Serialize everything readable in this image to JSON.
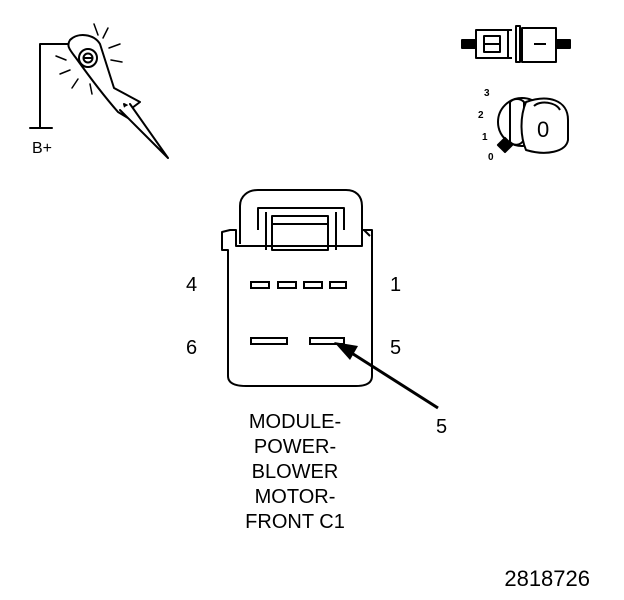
{
  "probe": {
    "label": "B+"
  },
  "ignition_key": {
    "positions": [
      "3",
      "2",
      "1",
      "0"
    ],
    "key_marking": "0"
  },
  "connector": {
    "pins": {
      "p4": "4",
      "p1": "1",
      "p6": "6",
      "p5": "5"
    },
    "callout": "5",
    "name_lines": [
      "MODULE-",
      "POWER-",
      "BLOWER",
      "MOTOR-",
      "FRONT C1"
    ]
  },
  "figure_number": "2818726"
}
